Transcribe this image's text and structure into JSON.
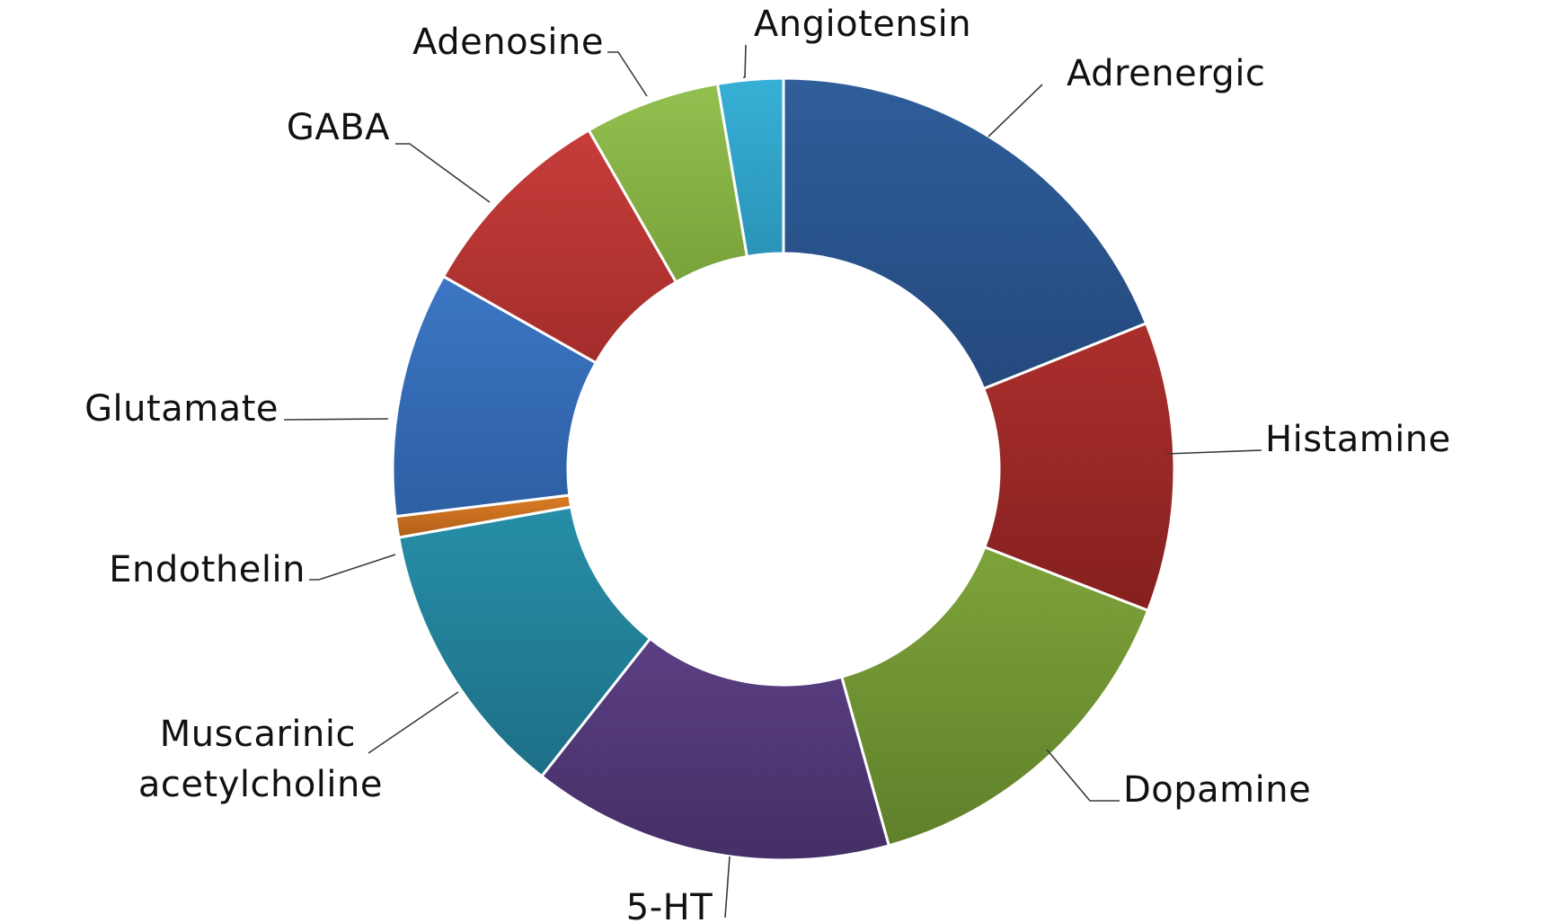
{
  "chart_data": {
    "type": "pie",
    "donut": true,
    "title": "",
    "legend": "none",
    "slices": [
      {
        "label": "Adrenergic",
        "value": 19.6,
        "color": "#2f5e9b",
        "color_dark": "#24497d"
      },
      {
        "label": "Histamine",
        "value": 12.4,
        "color": "#ab2f2c",
        "color_dark": "#85201f"
      },
      {
        "label": "Dopamine",
        "value": 15.3,
        "color": "#7ea33a",
        "color_dark": "#5f802a"
      },
      {
        "label": "5-HT",
        "value": 15.5,
        "color": "#5b3f83",
        "color_dark": "#452f66"
      },
      {
        "label": "Muscarinic acetylcholine",
        "value": 12.0,
        "color": "#278ea8",
        "color_dark": "#1d6f86"
      },
      {
        "label": "Endothelin",
        "value": 0.9,
        "color": "#dc7c24",
        "color_dark": "#b06019"
      },
      {
        "label": "Glutamate",
        "value": 10.5,
        "color": "#3c76c4",
        "color_dark": "#2d5fa3"
      },
      {
        "label": "GABA",
        "value": 8.8,
        "color": "#c73d3a",
        "color_dark": "#a32d2b"
      },
      {
        "label": "Adenosine",
        "value": 5.8,
        "color": "#93c04f",
        "color_dark": "#78a23a"
      },
      {
        "label": "Angiotensin",
        "value": 2.8,
        "color": "#37b0d6",
        "color_dark": "#2a93b8"
      }
    ]
  }
}
